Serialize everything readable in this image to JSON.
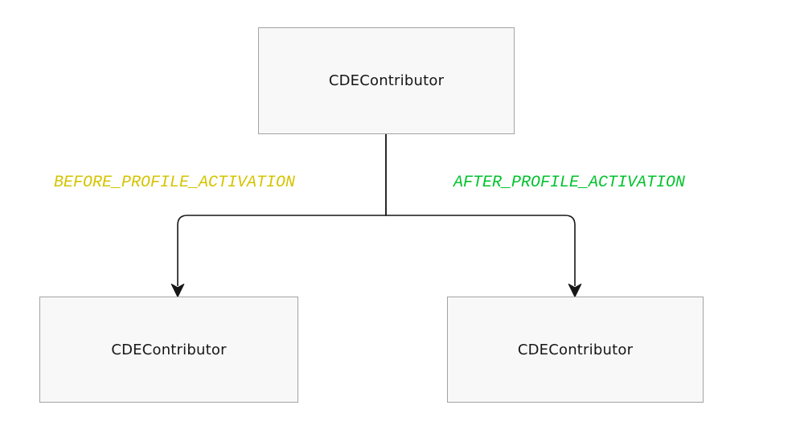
{
  "diagram": {
    "background": "#ffffff",
    "node_style": {
      "fill": "#f8f8f8",
      "border": "#a3a3a3",
      "text_color": "#161616"
    },
    "edge_stroke": "#161616",
    "nodes": [
      {
        "label": "CDEContributor"
      },
      {
        "label": "CDEContributor"
      },
      {
        "label": "CDEContributor"
      }
    ],
    "edges": [
      {
        "label": "BEFORE_PROFILE_ACTIVATION",
        "color": "#d4c400"
      },
      {
        "label": "AFTER_PROFILE_ACTIVATION",
        "color": "#00c32c"
      }
    ]
  }
}
